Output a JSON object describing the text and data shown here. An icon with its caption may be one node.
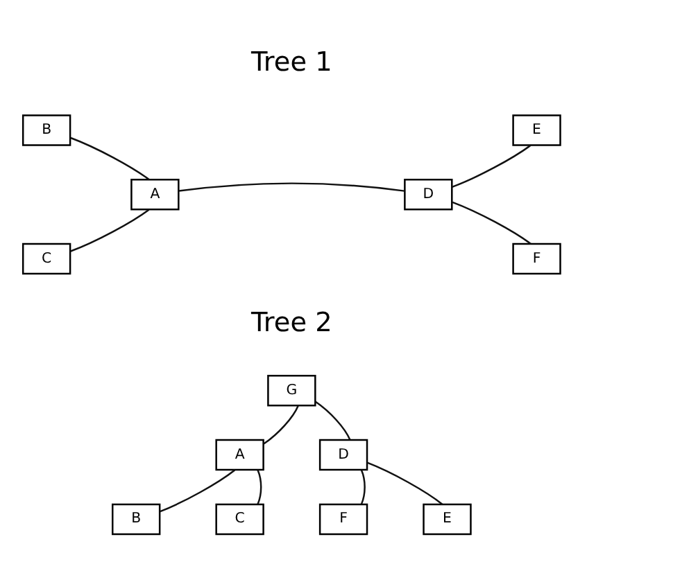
{
  "diagram": {
    "nodes": [
      {
        "text": [
          "B"
        ]
      },
      {
        "text": [
          "E"
        ]
      },
      {
        "text": [
          "A"
        ]
      },
      {
        "text": [
          "D"
        ]
      },
      {
        "text": [
          "C"
        ]
      },
      {
        "text": [
          "F"
        ]
      },
      {
        "text": [
          "G"
        ]
      },
      {
        "text": [
          "A"
        ]
      },
      {
        "text": [
          "D"
        ]
      },
      {
        "text": [
          "B"
        ]
      },
      {
        "text": [
          "C"
        ]
      },
      {
        "text": [
          "F"
        ]
      },
      {
        "text": [
          "E"
        ]
      }
    ],
    "edges": [
      {
        "from": 0,
        "to": 2,
        "arrow": "none"
      },
      {
        "from": 4,
        "to": 2,
        "arrow": "none"
      },
      {
        "from": 2,
        "to": 3,
        "arrow": "none"
      },
      {
        "from": 3,
        "to": 1,
        "arrow": "none"
      },
      {
        "from": 3,
        "to": 5,
        "arrow": "none"
      },
      {
        "from": 6,
        "to": 7,
        "arrow": "none"
      },
      {
        "from": 6,
        "to": 8,
        "arrow": "none"
      },
      {
        "from": 7,
        "to": 9,
        "arrow": "none"
      },
      {
        "from": 7,
        "to": 10,
        "arrow": "none"
      },
      {
        "from": 8,
        "to": 11,
        "arrow": "none"
      },
      {
        "from": 8,
        "to": 12,
        "arrow": "none"
      }
    ],
    "labels": [
      "Tree 1",
      "Tree 2"
    ]
  }
}
